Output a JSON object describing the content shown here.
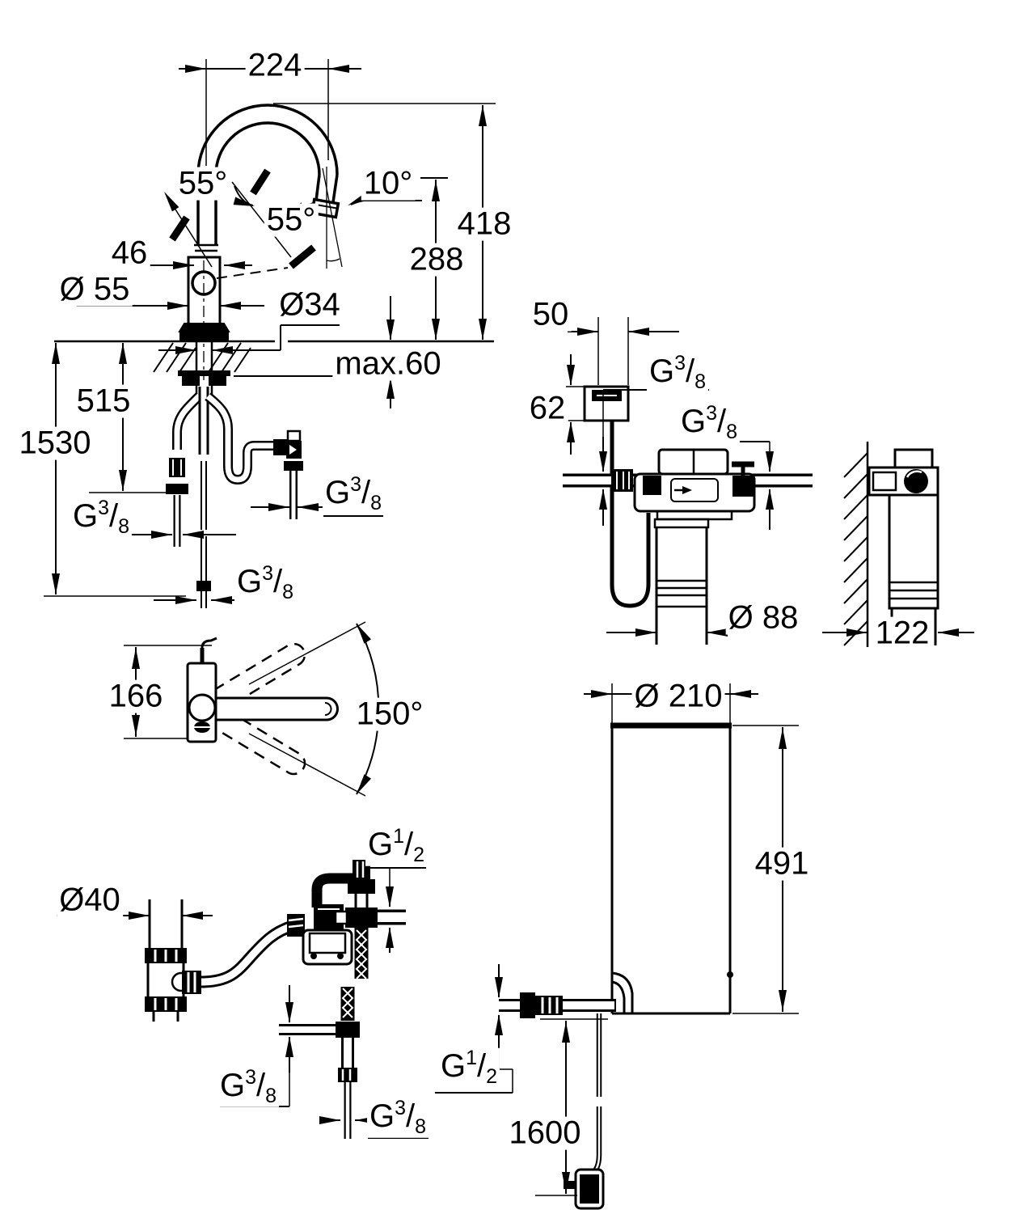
{
  "colors": {
    "line": "#000000",
    "background": "#ffffff"
  },
  "thread": {
    "g38": {
      "base": "G",
      "sup": "3",
      "slash": "/",
      "sub": "8"
    },
    "g12": {
      "base": "G",
      "sup": "1",
      "slash": "/",
      "sub": "2"
    }
  },
  "faucet_view": {
    "spout_reach": "224",
    "spout_tilt": "10°",
    "handle_angle_left": "55°",
    "handle_angle_right": "55°",
    "body_width": "46",
    "body_diameter": "Ø 55",
    "shank_diameter": "Ø34",
    "max_deck_thickness": "max.60",
    "spout_height": "288",
    "total_height": "418",
    "hose_drop": "515",
    "supply_hose_drop": "1530"
  },
  "filter_view": {
    "control_box_width": "50",
    "control_box_height": "62",
    "cartridge_diameter": "Ø 88",
    "wall_clearance": "122"
  },
  "top_view": {
    "body_depth": "166",
    "swivel_angle": "150°"
  },
  "drain_view": {
    "drain_pipe_diameter": "Ø40"
  },
  "boiler_view": {
    "boiler_diameter": "Ø 210",
    "boiler_height": "491",
    "power_cord_length": "1600"
  }
}
